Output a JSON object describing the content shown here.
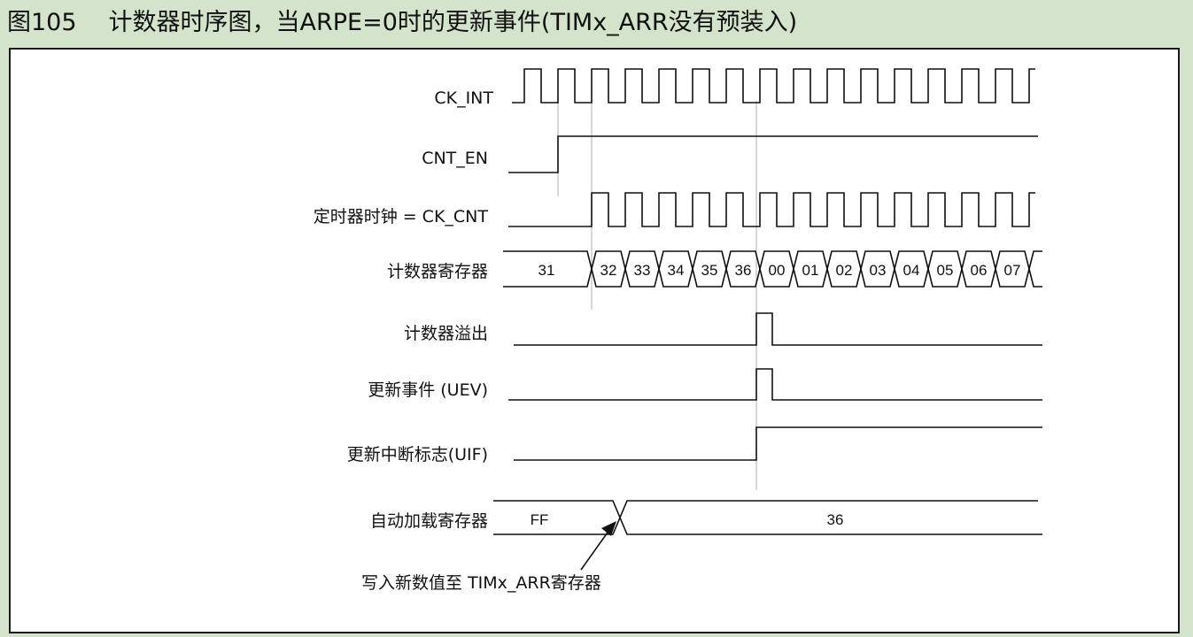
{
  "caption": {
    "number": "图105",
    "title": "计数器时序图，当ARPE=0时的更新事件(TIMx_ARR没有预装入)"
  },
  "diagram": {
    "signals": [
      {
        "id": "ck_int",
        "label": "CK_INT"
      },
      {
        "id": "cnt_en",
        "label": "CNT_EN"
      },
      {
        "id": "ck_cnt",
        "label": "定时器时钟 = CK_CNT"
      },
      {
        "id": "counter_reg",
        "label": "计数器寄存器"
      },
      {
        "id": "overflow",
        "label": "计数器溢出"
      },
      {
        "id": "uev",
        "label": "更新事件 (UEV)"
      },
      {
        "id": "uif",
        "label": "更新中断标志(UIF)"
      },
      {
        "id": "arr",
        "label": "自动加载寄存器"
      }
    ],
    "counter_values": [
      "31",
      "32",
      "33",
      "34",
      "35",
      "36",
      "00",
      "01",
      "02",
      "03",
      "04",
      "05",
      "06",
      "07"
    ],
    "arr_values": [
      "FF",
      "36"
    ],
    "annotation": "写入新数值至 TIMx_ARR寄存器"
  }
}
